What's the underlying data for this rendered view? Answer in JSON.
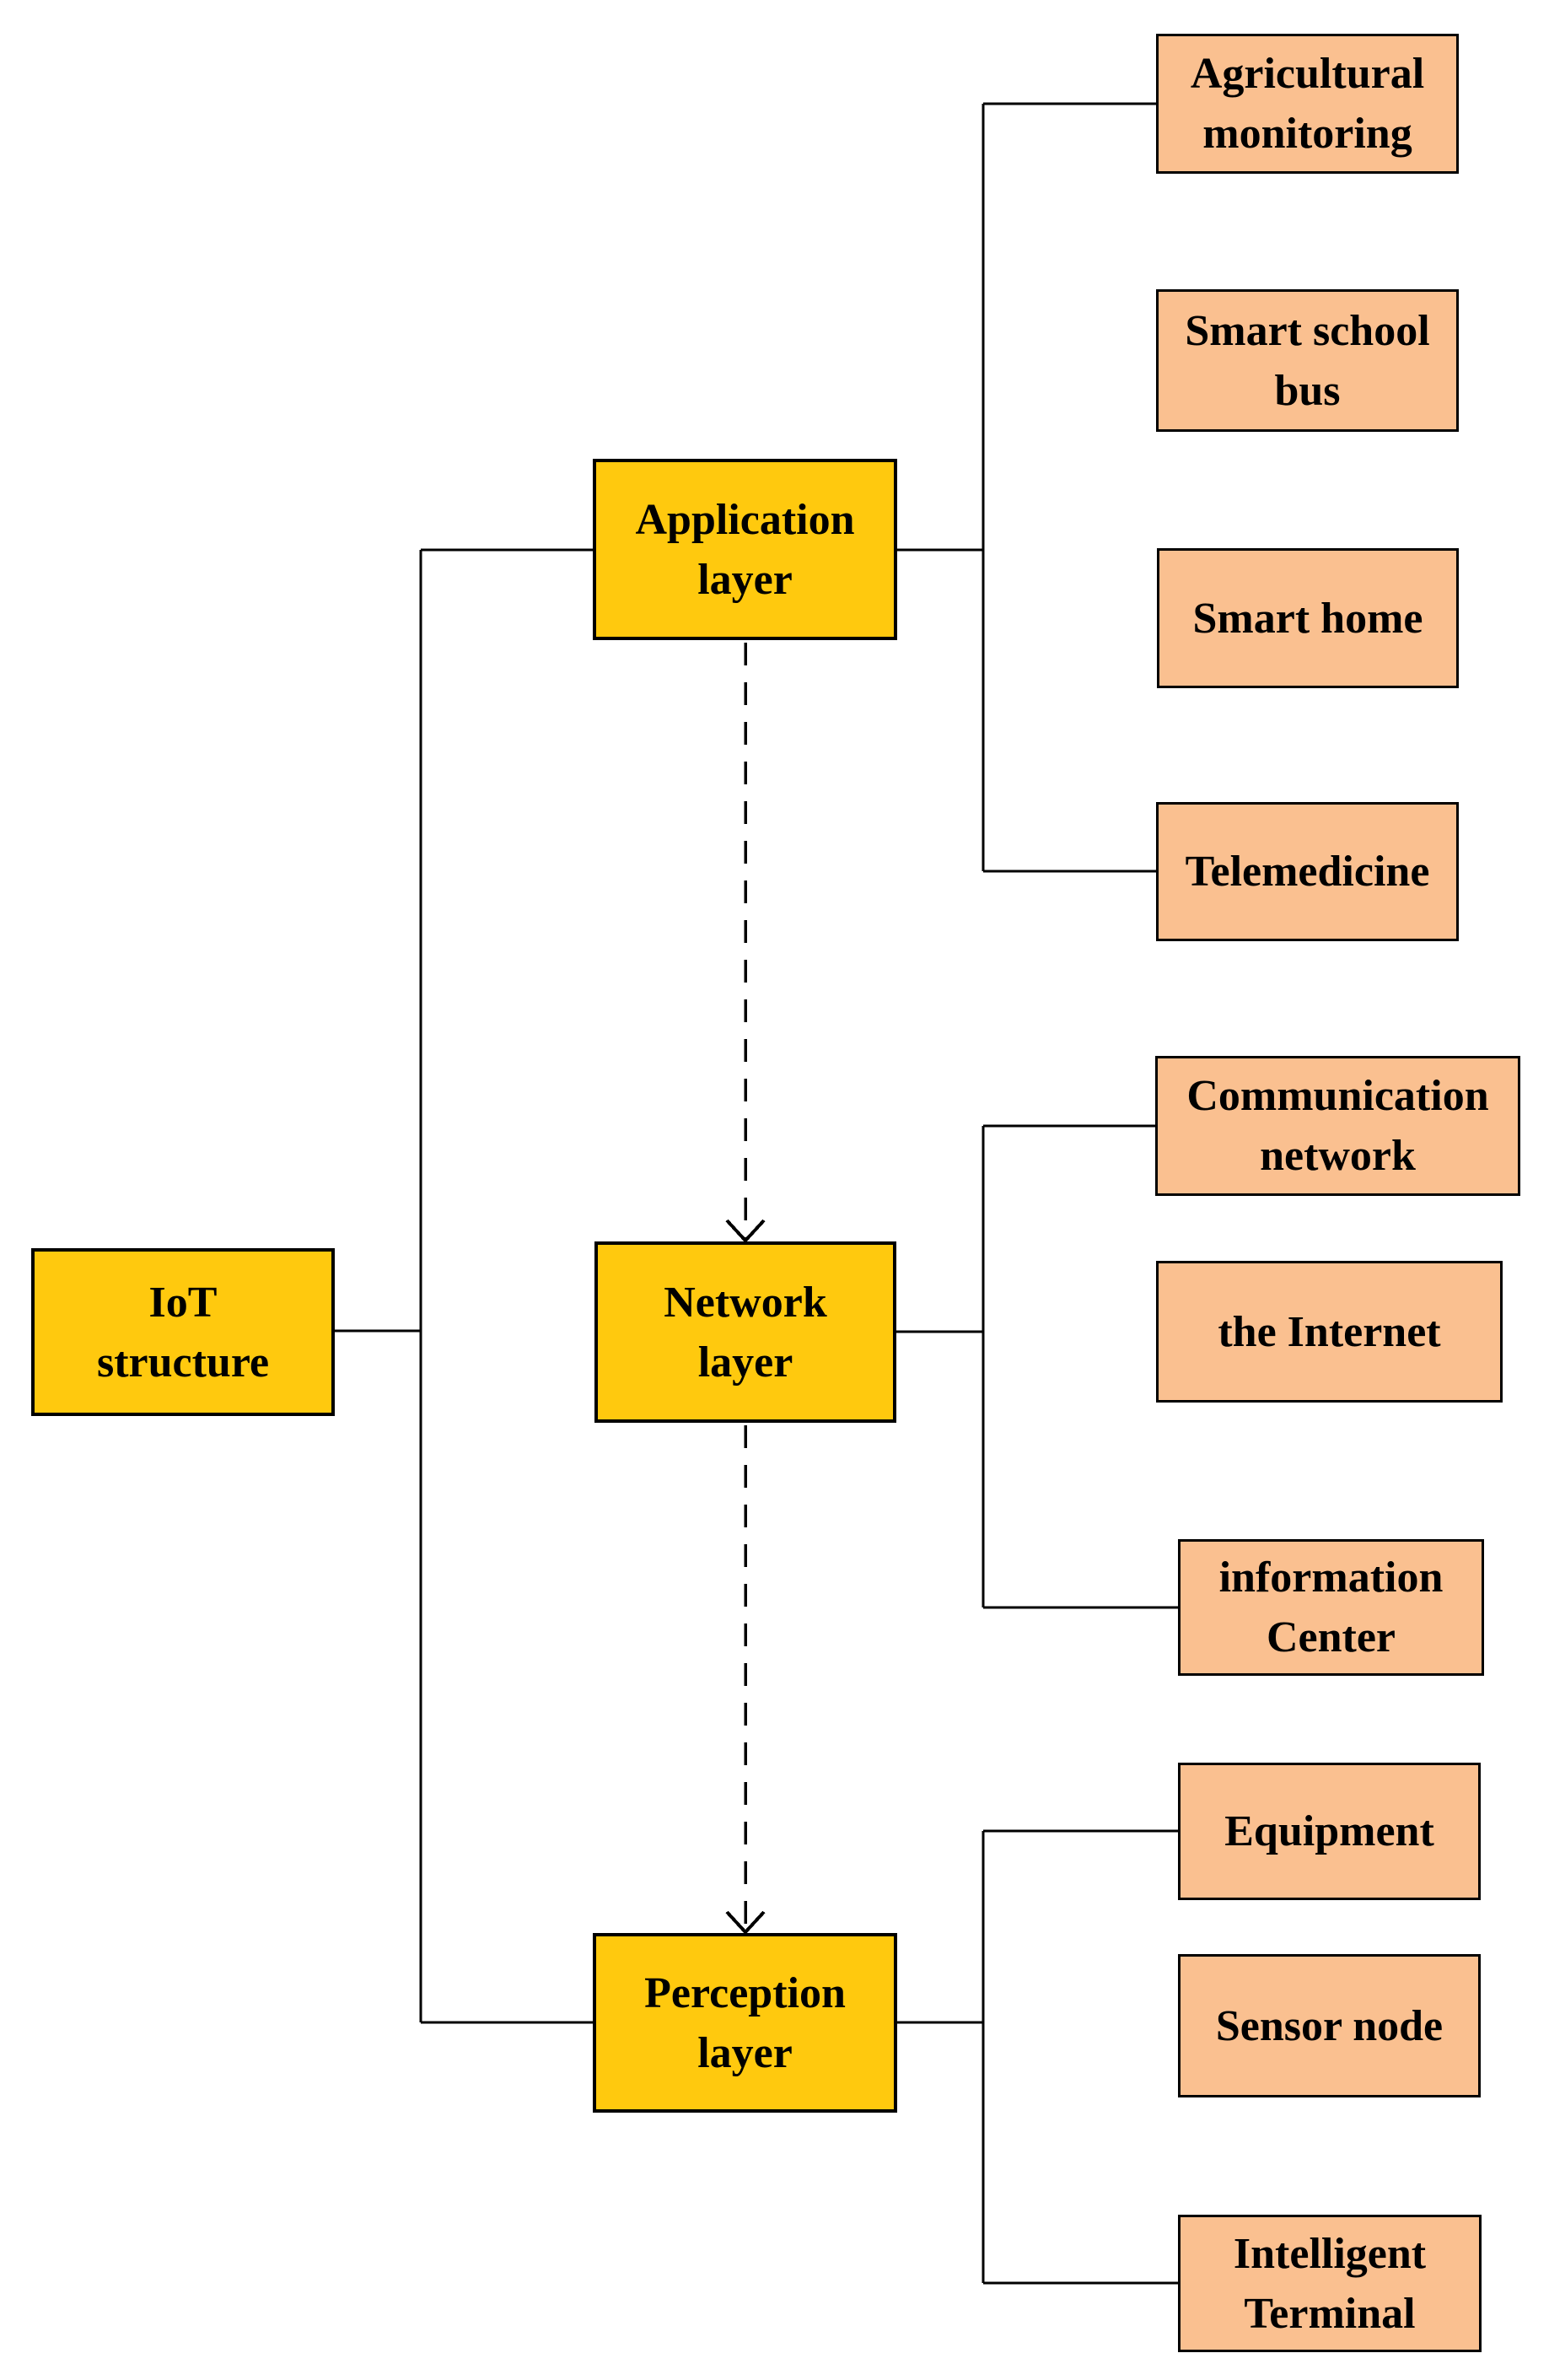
{
  "colors": {
    "parent_fill": "#FFC90E",
    "child_fill": "#FAC090",
    "border": "#000000",
    "connector": "#000000",
    "background": "#FFFFFF"
  },
  "root": {
    "label": "IoT\nstructure"
  },
  "layers": [
    {
      "label": "Application\nlayer",
      "children": [
        {
          "label": "Agricultural\nmonitoring"
        },
        {
          "label": "Smart school\nbus"
        },
        {
          "label": "Smart home"
        },
        {
          "label": "Telemedicine"
        }
      ]
    },
    {
      "label": "Network\nlayer",
      "children": [
        {
          "label": "Communication\nnetwork"
        },
        {
          "label": "the Internet"
        },
        {
          "label": "information\nCenter"
        }
      ]
    },
    {
      "label": "Perception\nlayer",
      "children": [
        {
          "label": "Equipment"
        },
        {
          "label": "Sensor node"
        },
        {
          "label": "Intelligent\nTerminal"
        }
      ]
    }
  ]
}
